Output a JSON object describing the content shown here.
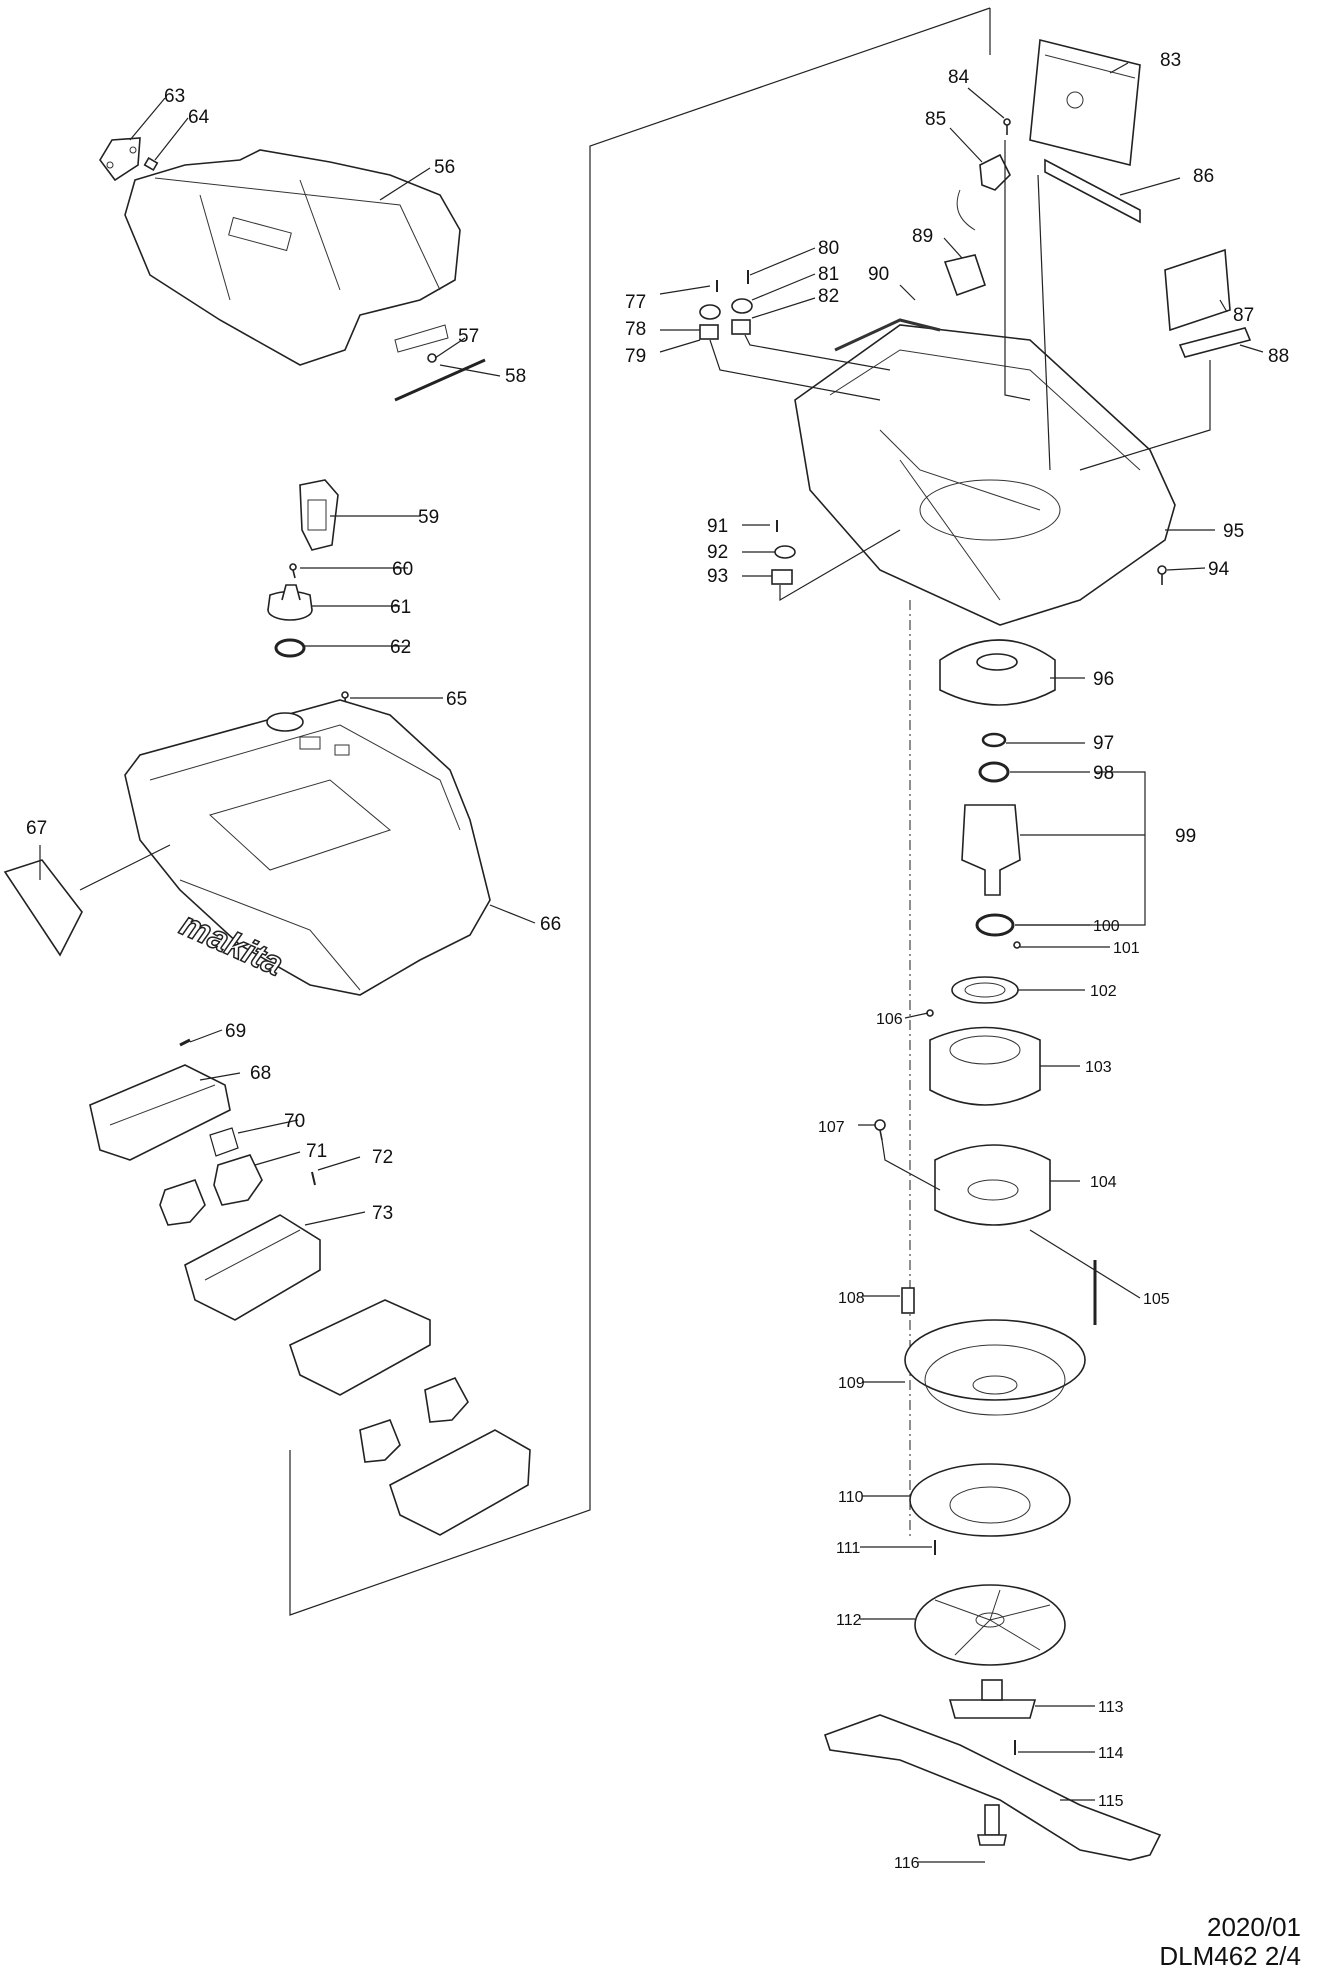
{
  "diagram": {
    "brand_logo_text": "makita",
    "part_numbers": [
      "56",
      "57",
      "58",
      "59",
      "60",
      "61",
      "62",
      "63",
      "64",
      "65",
      "66",
      "67",
      "68",
      "69",
      "70",
      "71",
      "72",
      "73",
      "77",
      "78",
      "79",
      "80",
      "81",
      "82",
      "83",
      "84",
      "85",
      "86",
      "87",
      "88",
      "89",
      "90",
      "91",
      "92",
      "93",
      "94",
      "95",
      "96",
      "97",
      "98",
      "99",
      "100",
      "101",
      "102",
      "103",
      "104",
      "105",
      "106",
      "107",
      "108",
      "109",
      "110",
      "111",
      "112",
      "113",
      "114",
      "115",
      "116"
    ]
  },
  "footer": {
    "date": "2020/01",
    "model_page": "DLM462 2/4"
  }
}
